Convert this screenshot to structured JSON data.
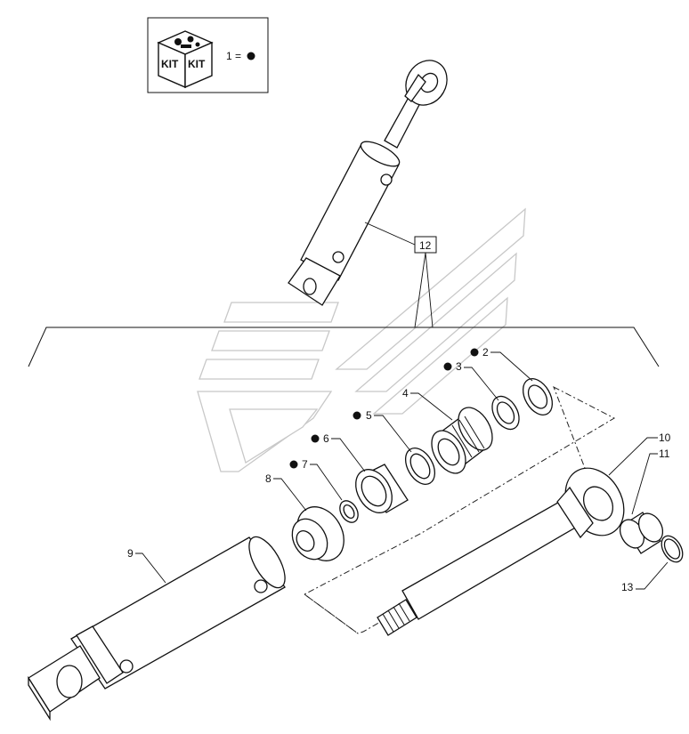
{
  "kit_legend": {
    "box_text_left": "KIT",
    "box_text_right": "KIT",
    "equation": "1 ="
  },
  "callouts": {
    "c2": "2",
    "c3": "3",
    "c4": "4",
    "c5": "5",
    "c6": "6",
    "c7": "7",
    "c8": "8",
    "c9": "9",
    "c10": "10",
    "c11": "11",
    "c12": "12",
    "c13": "13"
  },
  "colors": {
    "line": "#111111",
    "watermark": "#c8c8c8",
    "kit_dot": "#111111"
  }
}
